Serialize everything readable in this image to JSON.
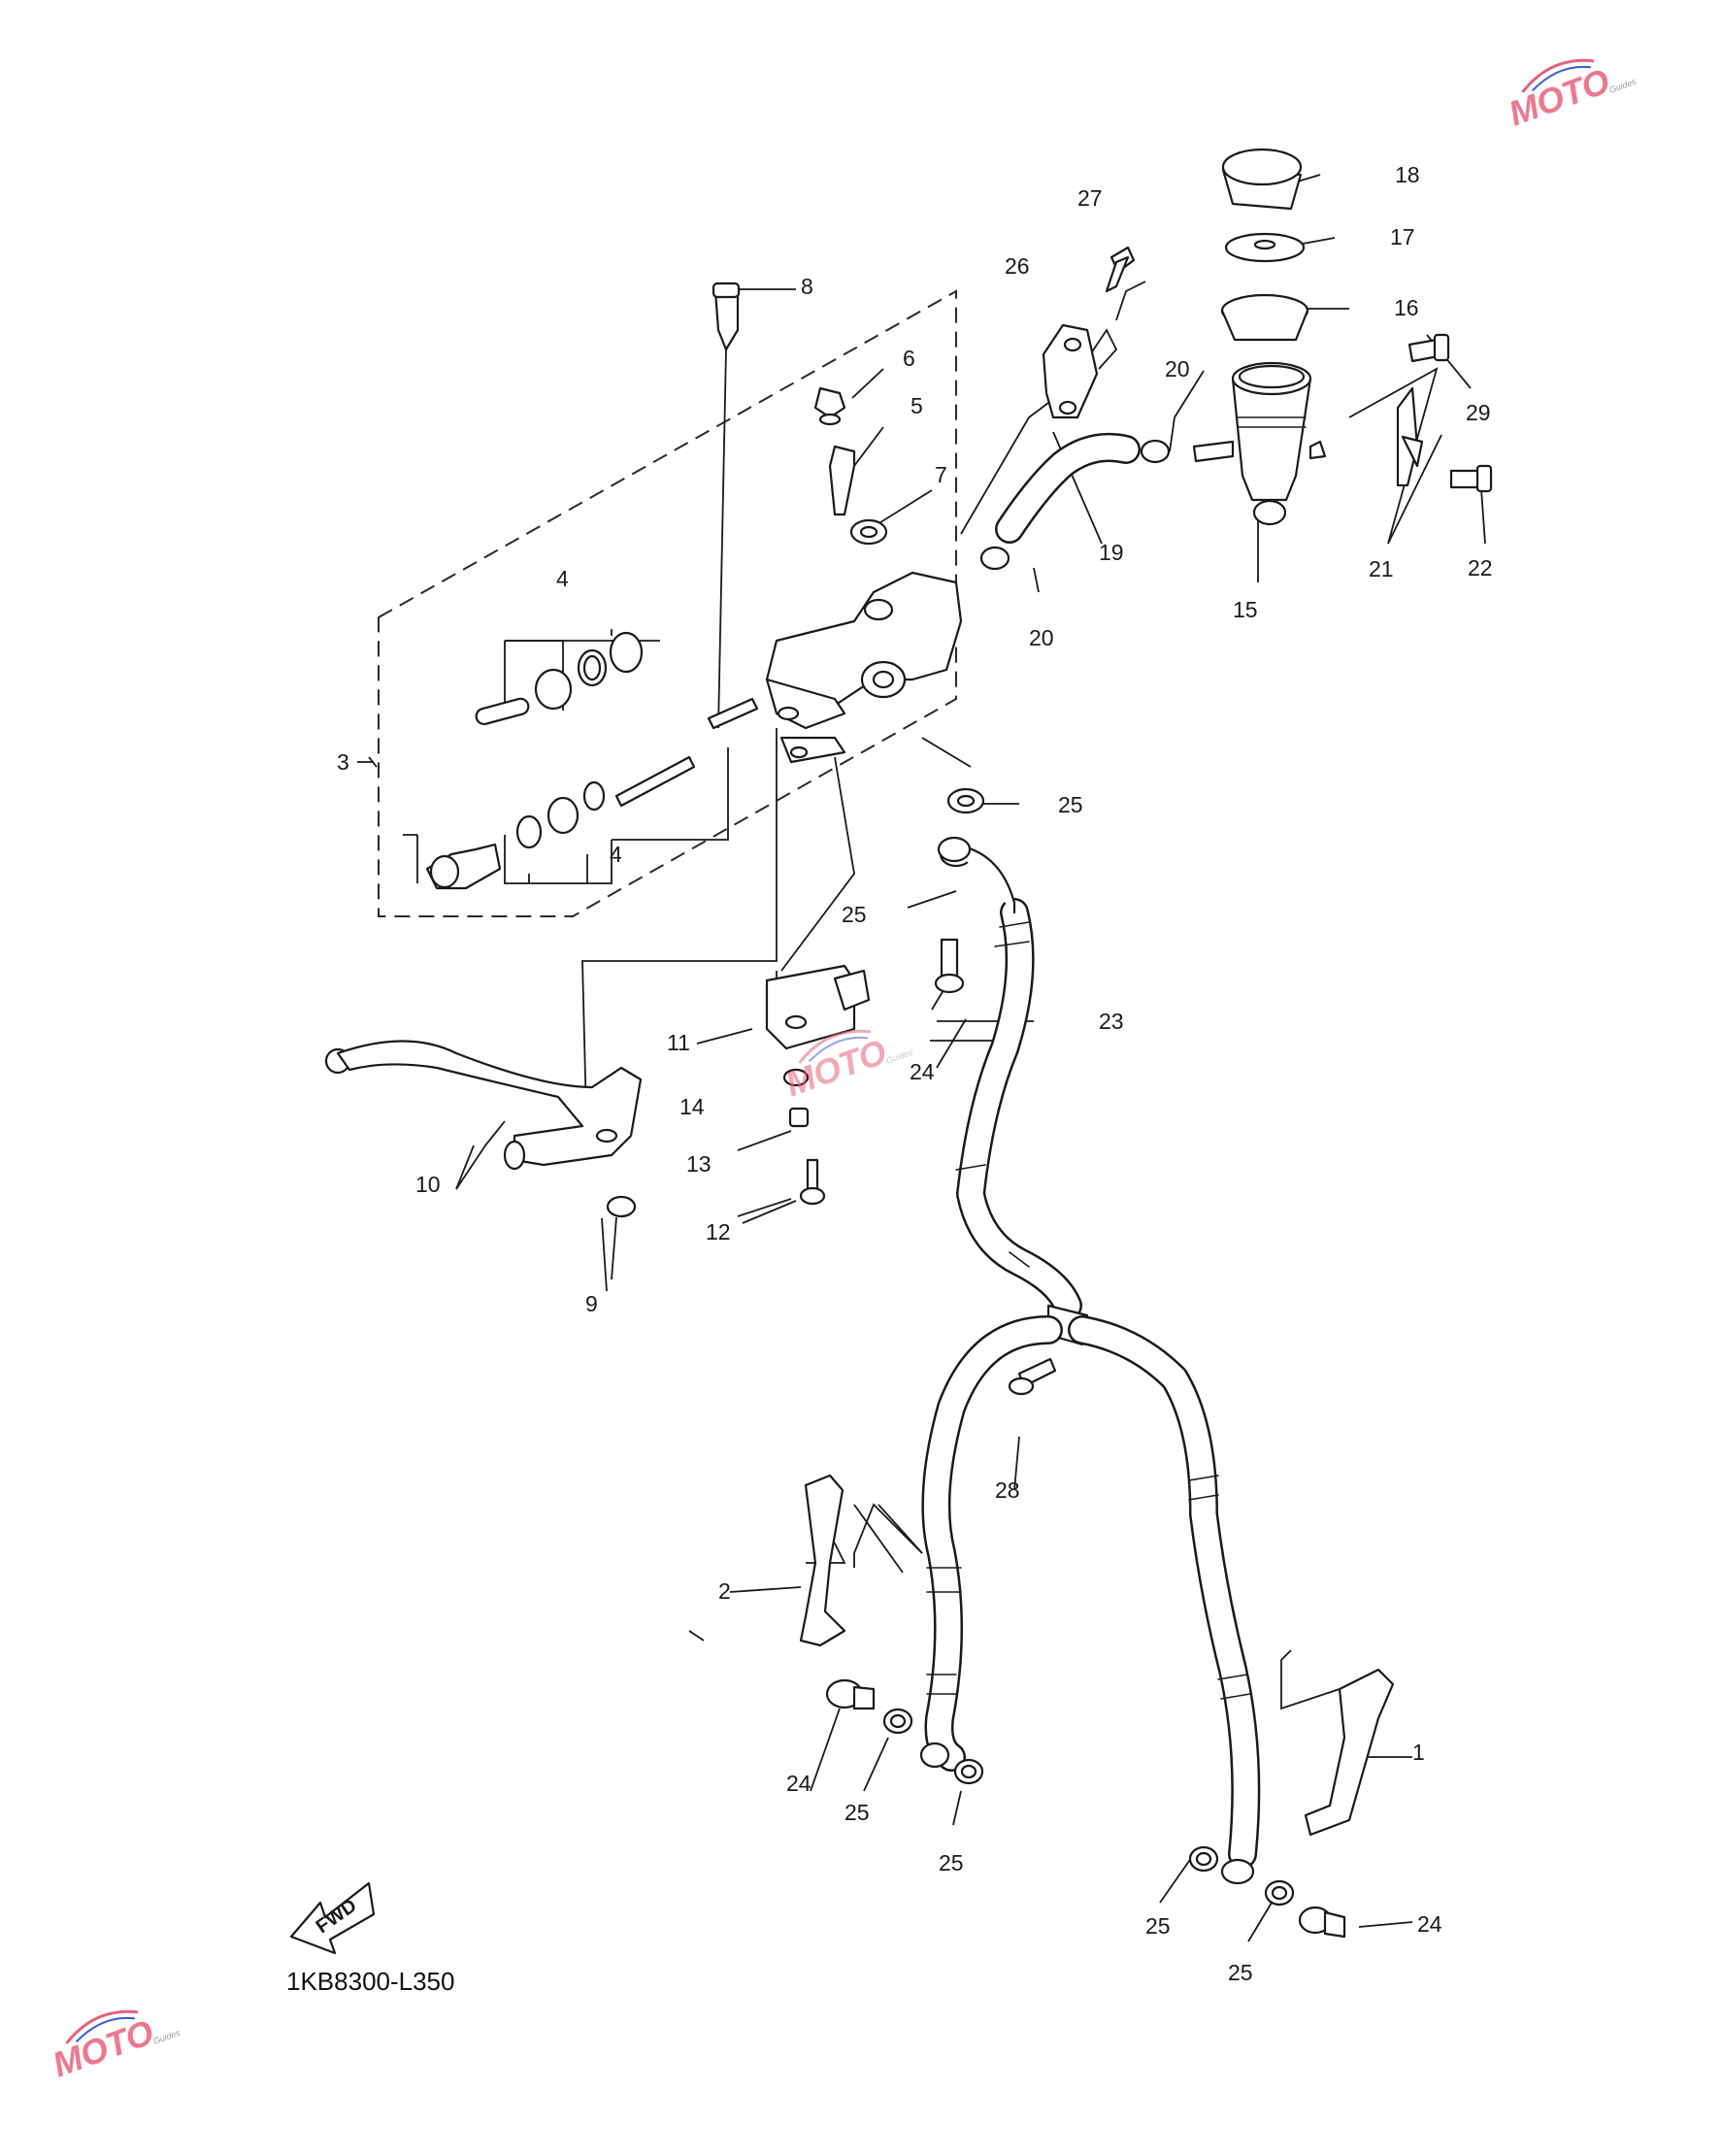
{
  "diagram": {
    "code": "1KB8300-L350",
    "fwd_label": "FWD",
    "callouts": [
      {
        "id": "c1",
        "label": "1"
      },
      {
        "id": "c2",
        "label": "2"
      },
      {
        "id": "c3",
        "label": "3"
      },
      {
        "id": "c4a",
        "label": "4"
      },
      {
        "id": "c4b",
        "label": "4"
      },
      {
        "id": "c5",
        "label": "5"
      },
      {
        "id": "c6",
        "label": "6"
      },
      {
        "id": "c7",
        "label": "7"
      },
      {
        "id": "c8",
        "label": "8"
      },
      {
        "id": "c9",
        "label": "9"
      },
      {
        "id": "c10",
        "label": "10"
      },
      {
        "id": "c11",
        "label": "11"
      },
      {
        "id": "c12",
        "label": "12"
      },
      {
        "id": "c13",
        "label": "13"
      },
      {
        "id": "c14",
        "label": "14"
      },
      {
        "id": "c15",
        "label": "15"
      },
      {
        "id": "c16",
        "label": "16"
      },
      {
        "id": "c17",
        "label": "17"
      },
      {
        "id": "c18",
        "label": "18"
      },
      {
        "id": "c19",
        "label": "19"
      },
      {
        "id": "c20a",
        "label": "20"
      },
      {
        "id": "c20b",
        "label": "20"
      },
      {
        "id": "c21",
        "label": "21"
      },
      {
        "id": "c22",
        "label": "22"
      },
      {
        "id": "c23",
        "label": "23"
      },
      {
        "id": "c24a",
        "label": "24"
      },
      {
        "id": "c24b",
        "label": "24"
      },
      {
        "id": "c24c",
        "label": "24"
      },
      {
        "id": "c25a",
        "label": "25"
      },
      {
        "id": "c25b",
        "label": "25"
      },
      {
        "id": "c25c",
        "label": "25"
      },
      {
        "id": "c25d",
        "label": "25"
      },
      {
        "id": "c25e",
        "label": "25"
      },
      {
        "id": "c25f",
        "label": "25"
      },
      {
        "id": "c26",
        "label": "26"
      },
      {
        "id": "c27",
        "label": "27"
      },
      {
        "id": "c28",
        "label": "28"
      },
      {
        "id": "c29",
        "label": "29"
      }
    ]
  },
  "watermark": {
    "main": "MOTO",
    "sub": "Guides"
  },
  "colors": {
    "line": "#1a1a1a",
    "watermark_pink": "#e8627c",
    "watermark_blue": "#3b5bdb",
    "watermark_gray": "#9a9a9a"
  }
}
